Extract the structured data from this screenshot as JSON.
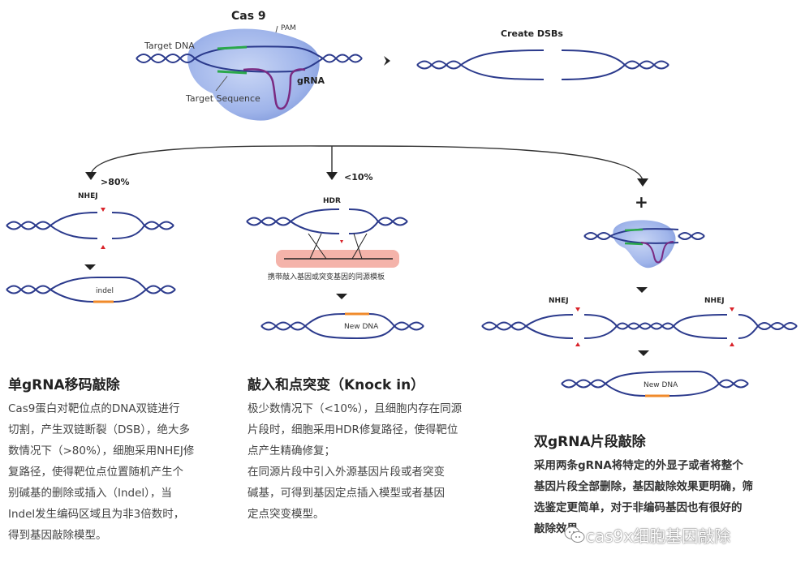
{
  "diagram": {
    "cas9_title": "Cas 9",
    "pam_label": "PAM",
    "target_dna_label": "Target DNA",
    "grna_label": "gRNA",
    "target_seq_label": "Target Sequence",
    "create_dsbs_label": "Create DSBs",
    "pct_nhej": ">80%",
    "pct_hdr": "<10%",
    "plus_sign": "+",
    "nhej_label": "NHEJ",
    "hdr_label": "HDR",
    "indel_label": "indel",
    "template_label": "携带敲入基因或突变基因的同源模板",
    "new_dna_label": "New DNA"
  },
  "sections": {
    "single": {
      "title": "单gRNA移码敲除",
      "lines": [
        "Cas9蛋白对靶位点的DNA双链进行",
        "切割，产生双链断裂（DSB），绝大多",
        "数情况下（>80%），细胞采用NHEJ修",
        "复路径，使得靶位点位置随机产生个",
        "别碱基的删除或插入（Indel），当",
        "Indel发生编码区域且为非3倍数时，",
        "得到基因敲除模型。"
      ]
    },
    "knockin": {
      "title": "敲入和点突变（Knock in）",
      "lines": [
        "极少数情况下（<10%），且细胞内存在同源",
        "片段时，细胞采用HDR修复路径，使得靶位",
        "点产生精确修复；",
        "在同源片段中引入外源基因片段或者突变",
        "碱基，可得到基因定点插入模型或者基因",
        "定点突变模型。"
      ]
    },
    "double": {
      "title": "双gRNA片段敲除",
      "lines": [
        "采用两条gRNA将特定的外显子或者将整个",
        "基因片段全部删除，基因敲除效果更明确，筛",
        "选鉴定更简单，对于非编码基因也有很好的",
        "敲除效果"
      ]
    }
  },
  "watermark": "cas9x细胞基因敲除",
  "colors": {
    "dna": "#2b3a8c",
    "target": "#2aa84a",
    "grna": "#7a2a82",
    "indel": "#f08a2a",
    "cut": "#d9232a",
    "cas9_fill": "#8ea6e0",
    "template_bg": "#f4b3aa"
  }
}
